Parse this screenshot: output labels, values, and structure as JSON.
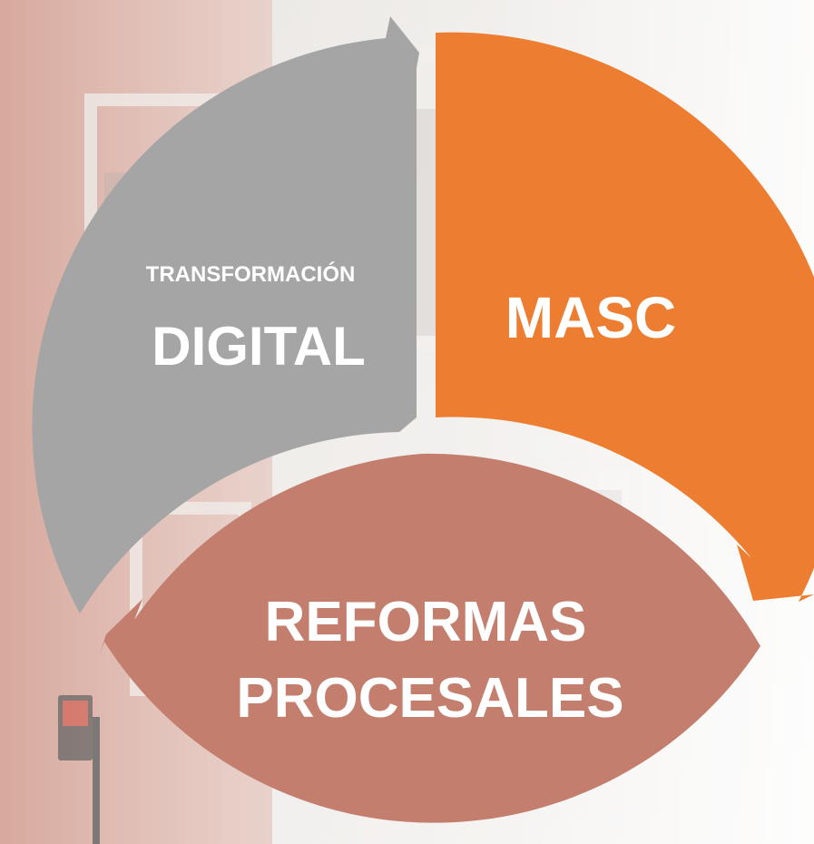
{
  "diagram": {
    "type": "cycle",
    "segments": [
      {
        "id": "masc",
        "lines": [
          "MASC"
        ],
        "color": "#ed7d31"
      },
      {
        "id": "reformas",
        "lines": [
          "REFORMAS",
          "PROCESALES"
        ],
        "color": "#c47e6e"
      },
      {
        "id": "digital",
        "small_label": "TRANSFORMACIÓN",
        "lines": [
          "DIGITAL"
        ],
        "color": "#a5a5a5"
      }
    ]
  },
  "background": {
    "description_colors": {
      "brick": "#b86a58",
      "stone": "#e9e5e1",
      "fade": "#f3f1ef"
    }
  }
}
